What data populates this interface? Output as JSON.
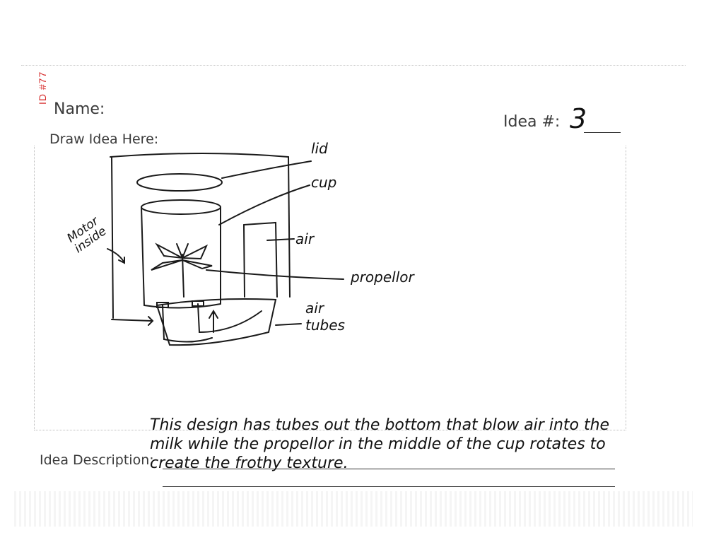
{
  "header": {
    "name_label": "Name:",
    "id_stamp": "ID #77",
    "idea_label": "Idea #:",
    "idea_number": "3"
  },
  "drawing": {
    "draw_label": "Draw Idea Here:",
    "labels": {
      "lid": "lid",
      "cup": "cup",
      "air": "air",
      "propeller": "propellor",
      "motor_inside": "Motor inside",
      "air_tubes": "air tubes"
    }
  },
  "description": {
    "label": "Idea Description:",
    "text": "This design has tubes out the bottom that blow air into the milk while the propellor in the middle of the cup rotates to create the frothy texture."
  }
}
